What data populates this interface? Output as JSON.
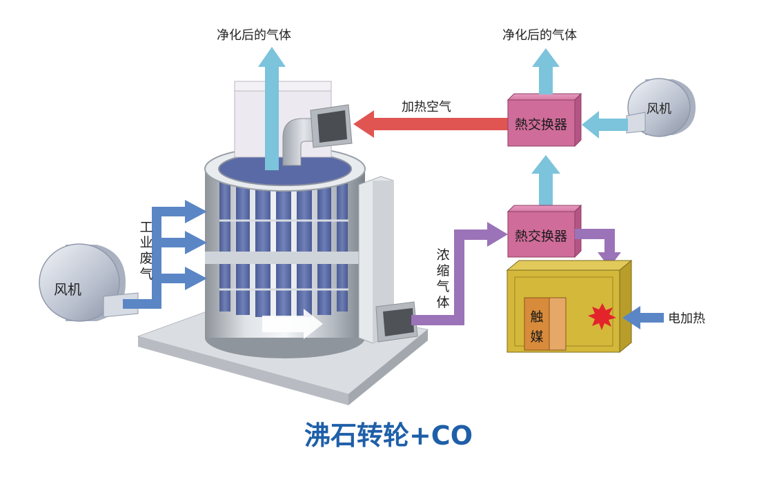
{
  "labels": {
    "purified_gas_left": "净化后的气体",
    "purified_gas_right": "净化后的气体",
    "heated_air": "加热空气",
    "fan_left": "风机",
    "fan_right": "风机",
    "heat_exchanger_top": "熱交换器",
    "heat_exchanger_bottom": "熱交换器",
    "industrial_exhaust": [
      "工",
      "业",
      "废",
      "气"
    ],
    "concentrated_gas": [
      "浓",
      "缩",
      "气",
      "体"
    ],
    "electric_heating": "电加热",
    "catalyst": [
      "触",
      "媒"
    ]
  },
  "title": "沸石转轮+CO",
  "colors": {
    "light_blue_arrow": "#7cc3dc",
    "blue_arrow": "#5b86c6",
    "red_arrow": "#e05552",
    "purple_arrow": "#9a73b8",
    "exchanger_pink": "#cf6c9a",
    "catalyst_box_yellow": "#d4b83a",
    "title_blue": "#1f5fa8"
  }
}
